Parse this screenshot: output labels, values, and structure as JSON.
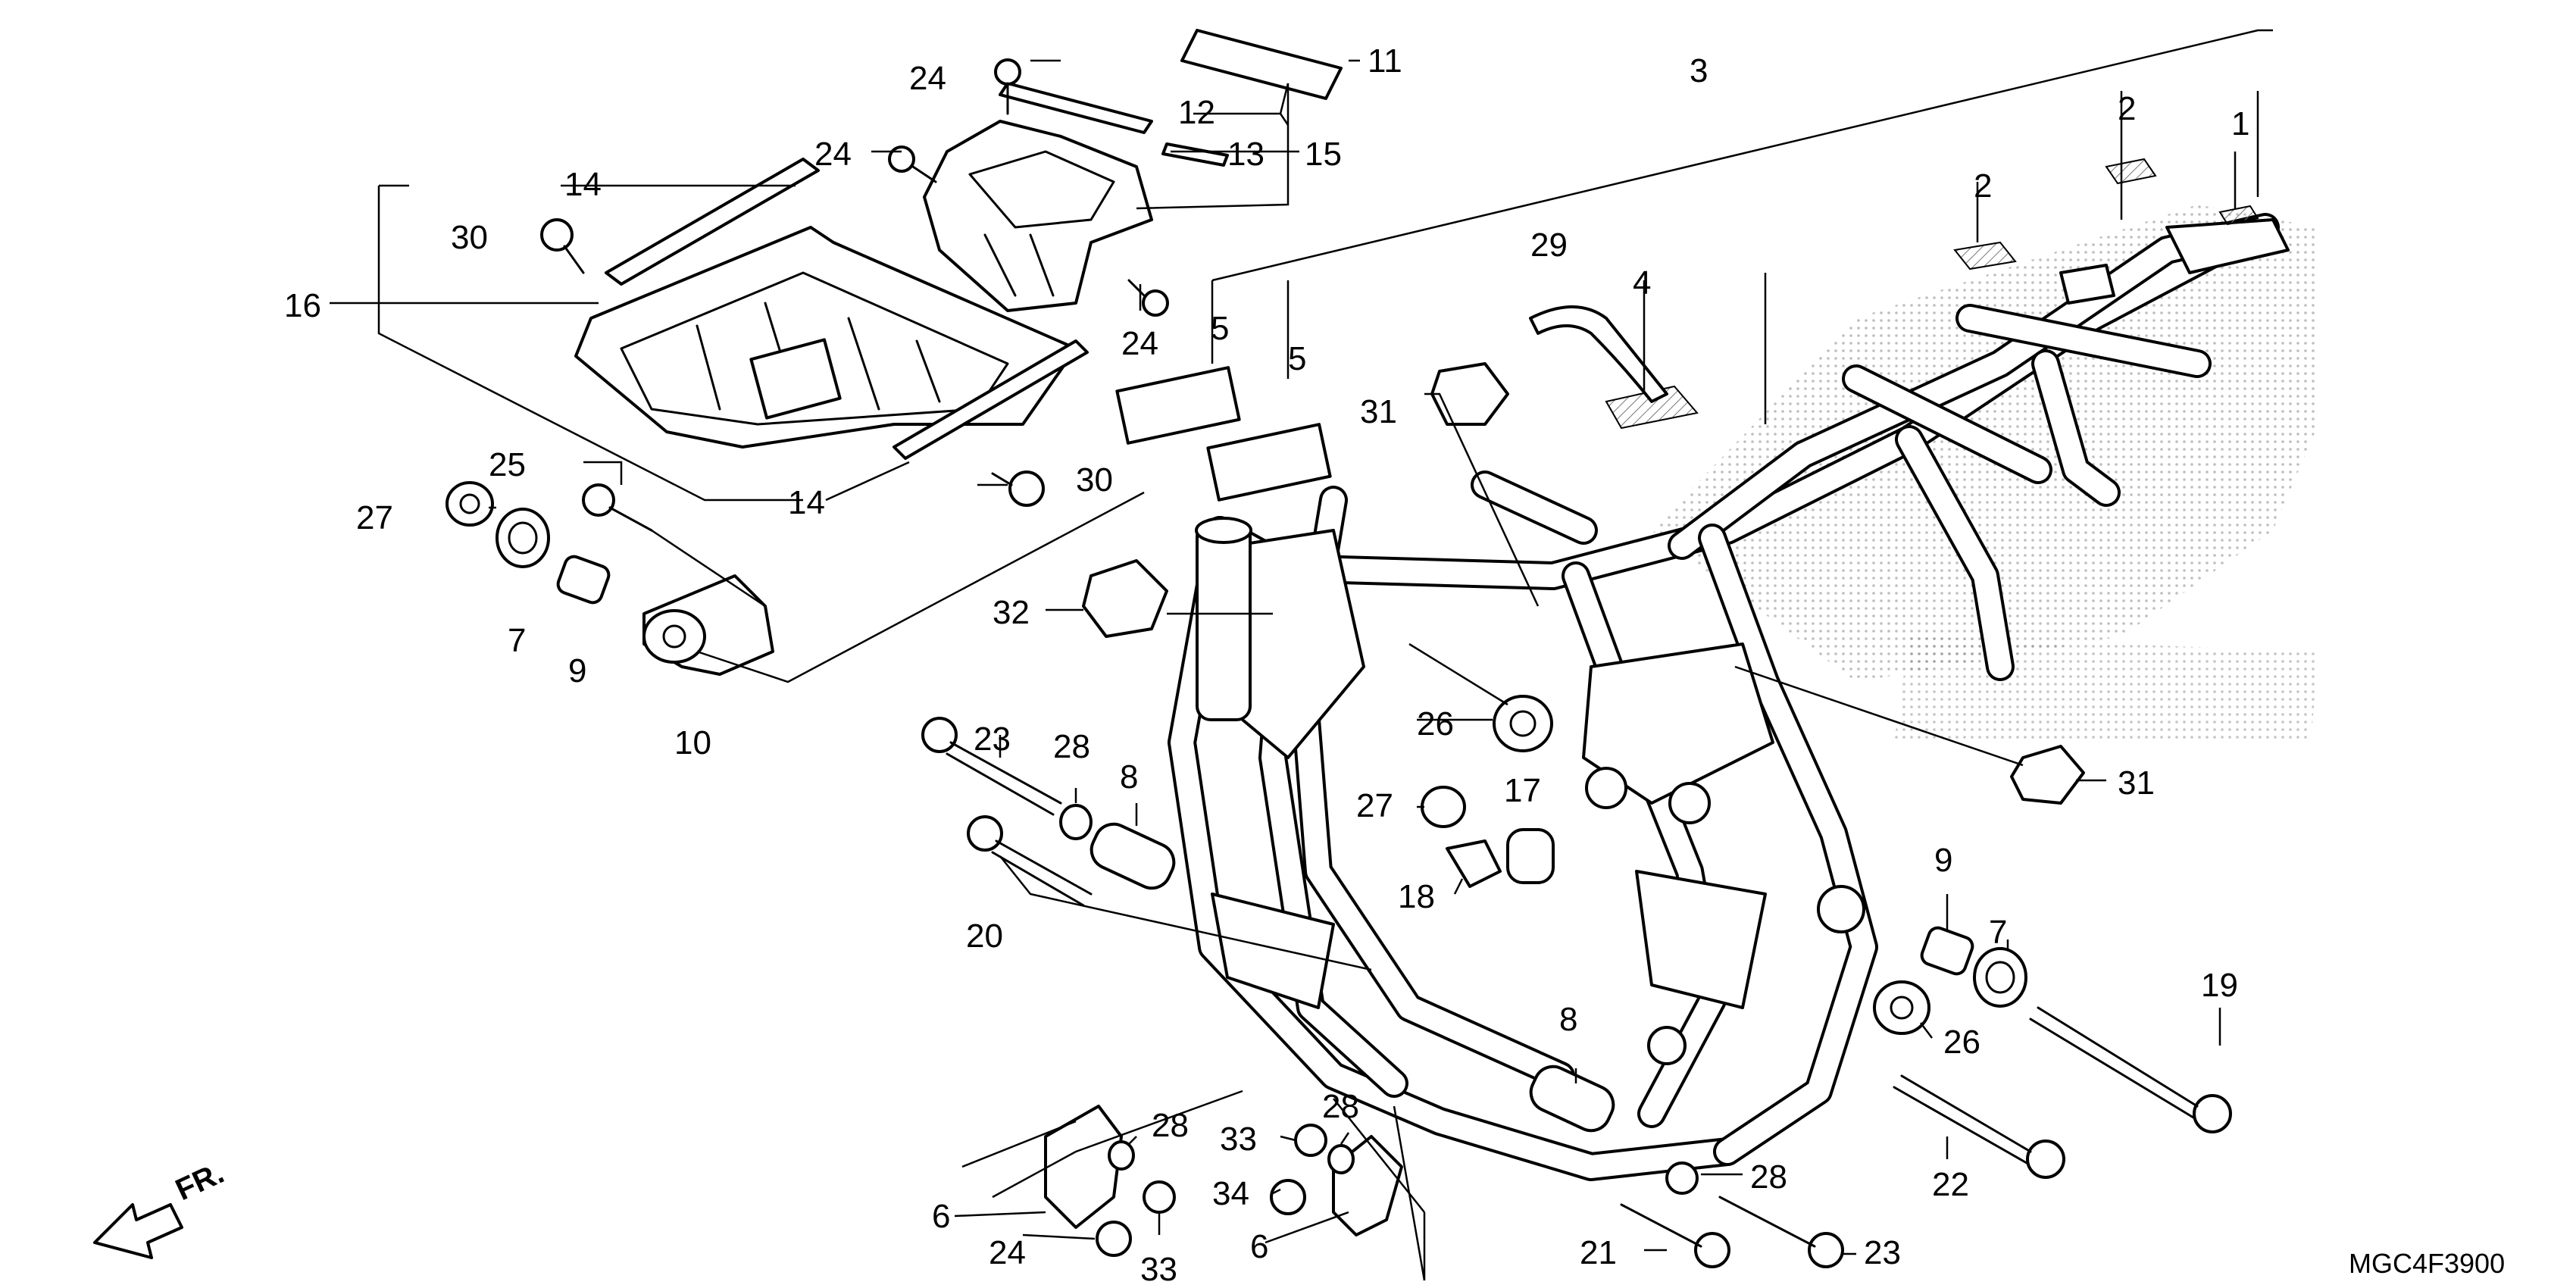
{
  "diagram": {
    "code": "MGC4F3900",
    "direction_label": "FR.",
    "callouts": [
      "1",
      "2",
      "2",
      "2",
      "3",
      "4",
      "5",
      "5",
      "6",
      "6",
      "7",
      "7",
      "8",
      "8",
      "9",
      "9",
      "10",
      "11",
      "12",
      "13",
      "14",
      "14",
      "15",
      "16",
      "17",
      "18",
      "19",
      "20",
      "21",
      "22",
      "23",
      "23",
      "24",
      "24",
      "24",
      "24",
      "25",
      "26",
      "26",
      "27",
      "27",
      "28",
      "28",
      "28",
      "28",
      "29",
      "30",
      "30",
      "31",
      "31",
      "32",
      "33",
      "33",
      "34"
    ]
  }
}
